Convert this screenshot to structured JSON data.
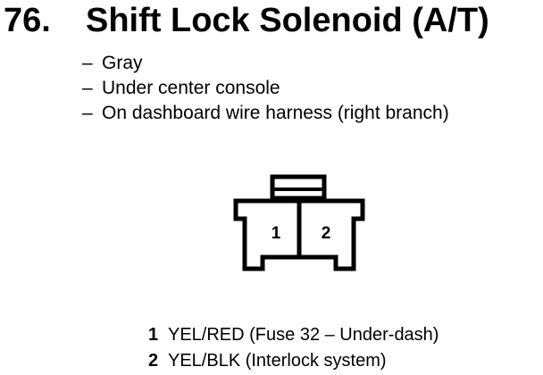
{
  "header": {
    "number": "76.",
    "title": "Shift Lock Solenoid (A/T)"
  },
  "details": [
    {
      "dash": "–",
      "text": "Gray"
    },
    {
      "dash": "–",
      "text": "Under center console"
    },
    {
      "dash": "–",
      "text": "On dashboard wire harness (right branch)"
    }
  ],
  "connector": {
    "pin_labels": [
      "1",
      "2"
    ]
  },
  "pins": [
    {
      "num": "1",
      "desc": "YEL/RED (Fuse 32 – Under-dash)"
    },
    {
      "num": "2",
      "desc": "YEL/BLK (Interlock system)"
    }
  ]
}
